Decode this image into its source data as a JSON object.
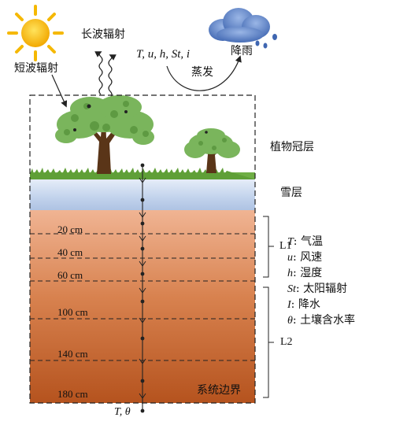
{
  "labels": {
    "longwave": "长波辐射",
    "shortwave": "短波辐射",
    "met_vars": "T, u, h, St, i",
    "rain": "降雨",
    "evaporation": "蒸发",
    "canopy": "植物冠层",
    "snow": "雪层",
    "l1": "L1",
    "l2": "L2",
    "system_boundary": "系统边界",
    "bottom_vars": "T, θ"
  },
  "depths": [
    "20 cm",
    "40 cm",
    "60 cm",
    "100 cm",
    "140 cm",
    "180 cm"
  ],
  "legend": [
    {
      "key": "T",
      "desc": "气温"
    },
    {
      "key": "u",
      "desc": "风速"
    },
    {
      "key": "h",
      "desc": "湿度"
    },
    {
      "key": "St",
      "desc": "太阳辐射"
    },
    {
      "key": "I",
      "desc": "降水"
    },
    {
      "key": "θ",
      "desc": "土壤含水率"
    }
  ],
  "colors": {
    "sun": "#f5b800",
    "cloud": "#5a7fc4",
    "snow": "#c6d6ee",
    "soil_top": "#eeb08c",
    "soil_bottom": "#b8551f",
    "foliage": "#7ab55c",
    "grass": "#6fae45",
    "trunk": "#5a3518"
  }
}
